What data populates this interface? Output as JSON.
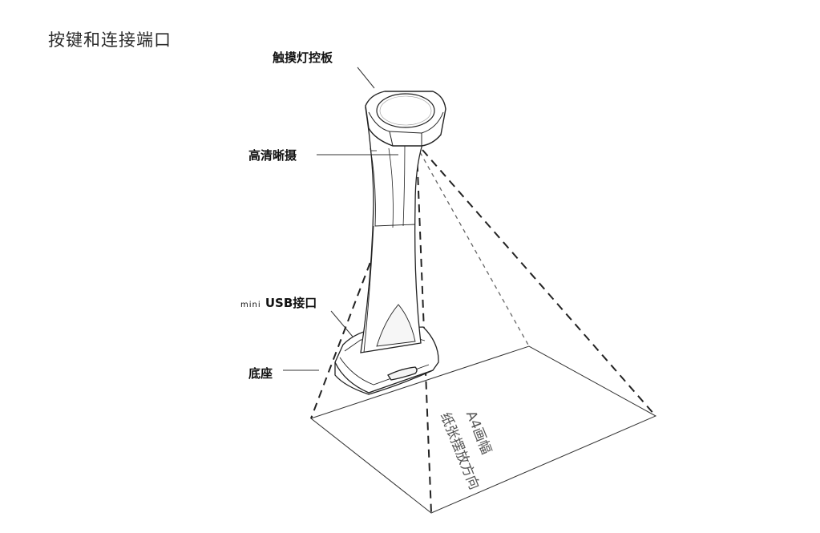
{
  "title": "按键和连接端口",
  "labels": {
    "touch_panel": "触摸灯控板",
    "hd_camera": "高清晰摄",
    "mini_usb_prefix": "mini",
    "mini_usb_suffix": "USB接口",
    "base": "底座"
  },
  "capture_area": {
    "size": "A4画幅",
    "orientation": "纸张摆放方向"
  }
}
